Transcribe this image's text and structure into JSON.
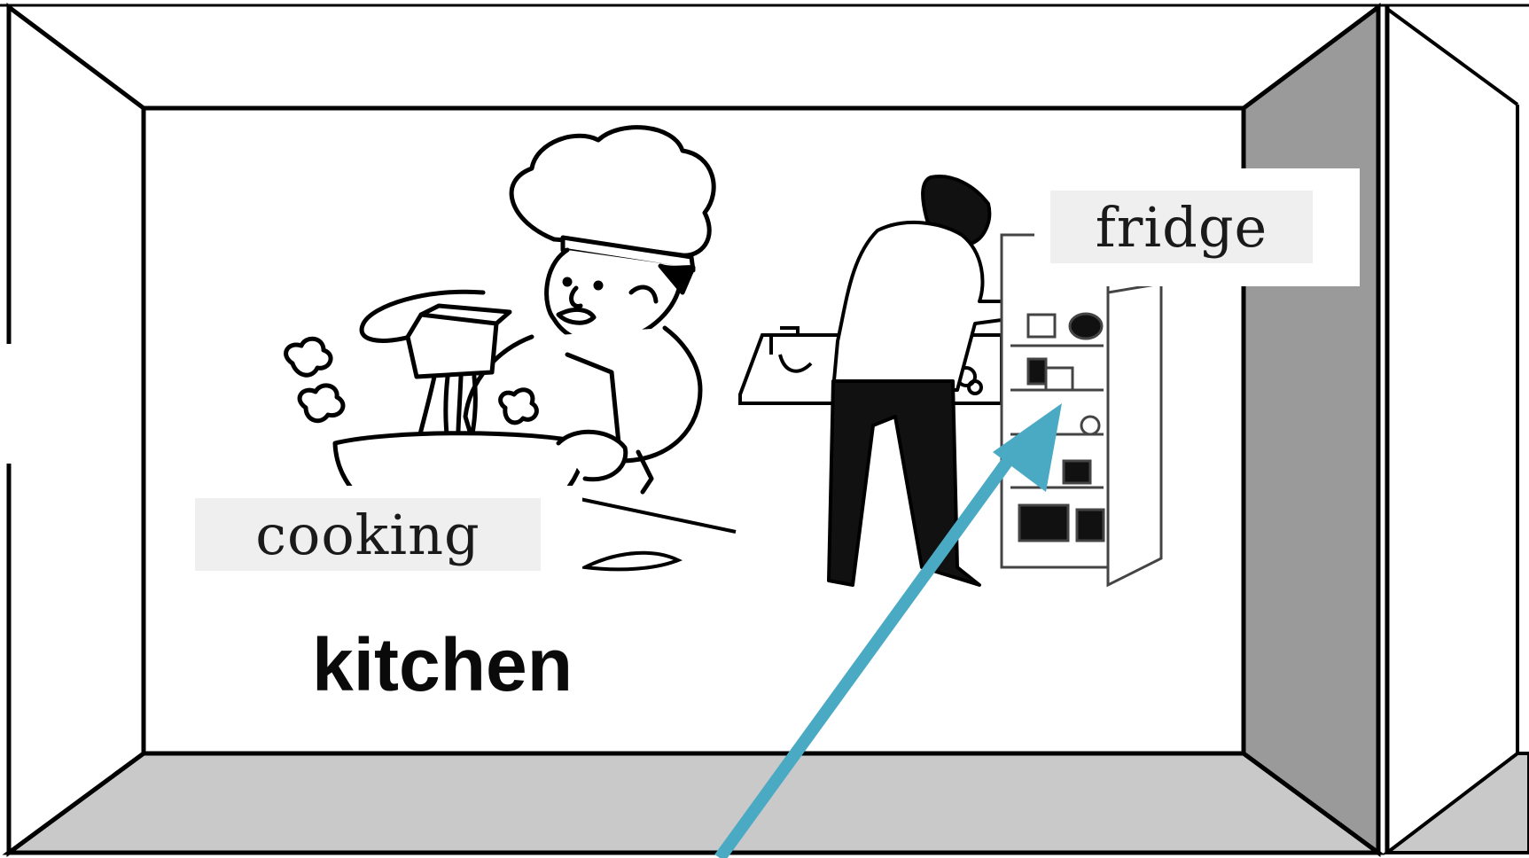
{
  "labels": {
    "room": "kitchen",
    "activity": "cooking",
    "object": "fridge"
  },
  "colors": {
    "pointer_arrow": "#4aaac4",
    "side_wall": "#9a9a9a",
    "floor": "#c9c9c9",
    "outline": "#000000",
    "label_background": "#efefef"
  },
  "icons": [
    "chef-icon",
    "man-at-fridge-icon",
    "open-fridge-icon",
    "pointer-arrow-icon"
  ]
}
